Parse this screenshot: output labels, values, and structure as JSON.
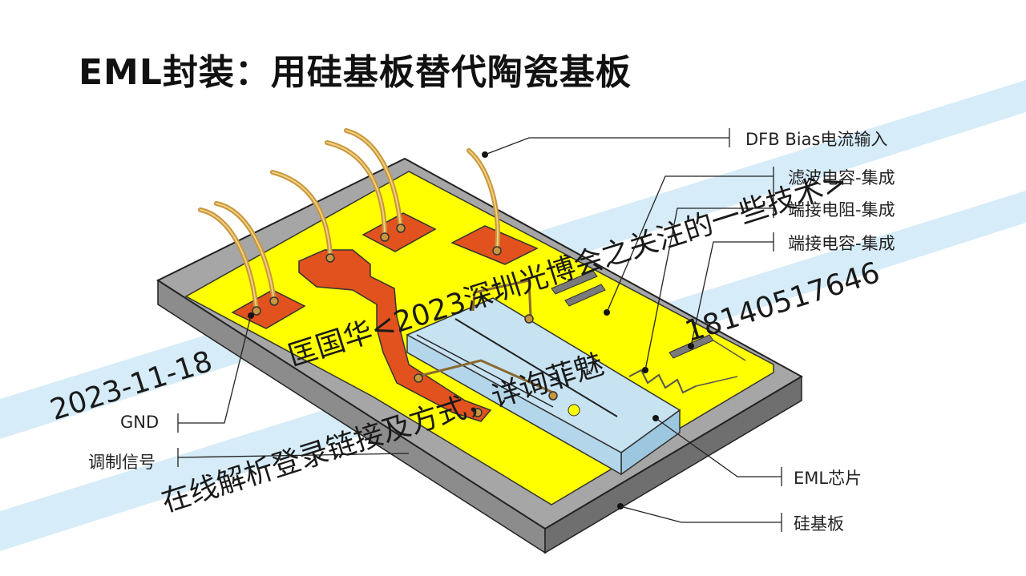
{
  "title": "EML封装：用硅基板替代陶瓷基板",
  "callouts": {
    "dfb_bias": "DFB Bias电流输入",
    "filter_cap": "滤波电容-集成",
    "term_resistor": "端接电阻-集成",
    "term_cap": "端接电容-集成",
    "eml_chip": "EML芯片",
    "silicon_substrate": "硅基板",
    "gnd": "GND",
    "mod_signal": "调制信号"
  },
  "watermark": {
    "line1": "匡国华<2023深圳光博会之关注的一些技术>",
    "line2": "18140517646",
    "line3": "在线解析登录链接及方式，详询菲魅",
    "date": "2023-11-18",
    "band_color": "#cfe9f7"
  },
  "colors": {
    "substrate_top": "#a6a6a6",
    "substrate_side": "#7f7f7f",
    "metal_yellow": "#ffff00",
    "pad_orange": "#e2521e",
    "wire_gold": "#c8963c",
    "chip_blue": "#c7e3f2"
  }
}
